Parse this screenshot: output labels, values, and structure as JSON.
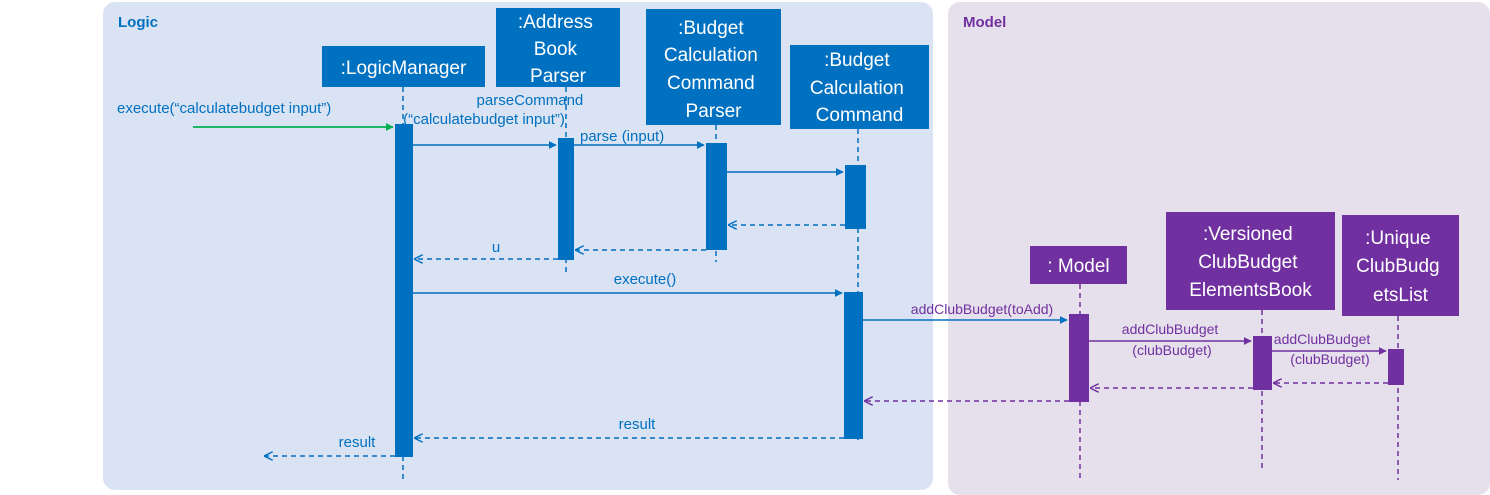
{
  "regions": {
    "logic": {
      "title": "Logic"
    },
    "model": {
      "title": "Model"
    }
  },
  "participants": {
    "logic_manager": ":LogicManager",
    "address_book_parser": [
      ":Address",
      "Book",
      "Parser"
    ],
    "budget_calc_command_parser": [
      ":Budget",
      "Calculation",
      "Command",
      "Parser"
    ],
    "budget_calc_command": [
      ":Budget",
      "Calculation",
      "Command"
    ],
    "model": ": Model",
    "versioned_book": [
      ":Versioned",
      "ClubBudget",
      "ElementsBook"
    ],
    "unique_list": [
      ":Unique",
      "ClubBudg",
      "etsList"
    ]
  },
  "messages": {
    "execute_input": "execute(“calculatebudget  input”)",
    "parse_command": [
      "parseCommand",
      "(“calculatebudget input”)"
    ],
    "parse_input": "parse (input)",
    "u_return": "u",
    "execute": "execute()",
    "add_club_budget_to_add": "addClubBudget(toAdd)",
    "add_club_budget_1": [
      "addClubBudget",
      "(clubBudget)"
    ],
    "add_club_budget_2": [
      "addClubBudget",
      "(clubBudget)"
    ],
    "result_inner": "result",
    "result_outer": "result"
  },
  "colors": {
    "logic_bg": "#dae3f3",
    "model_bg": "#e6e0ec",
    "blue": "#0070c0",
    "purple": "#7030a0",
    "green": "#00b050"
  }
}
